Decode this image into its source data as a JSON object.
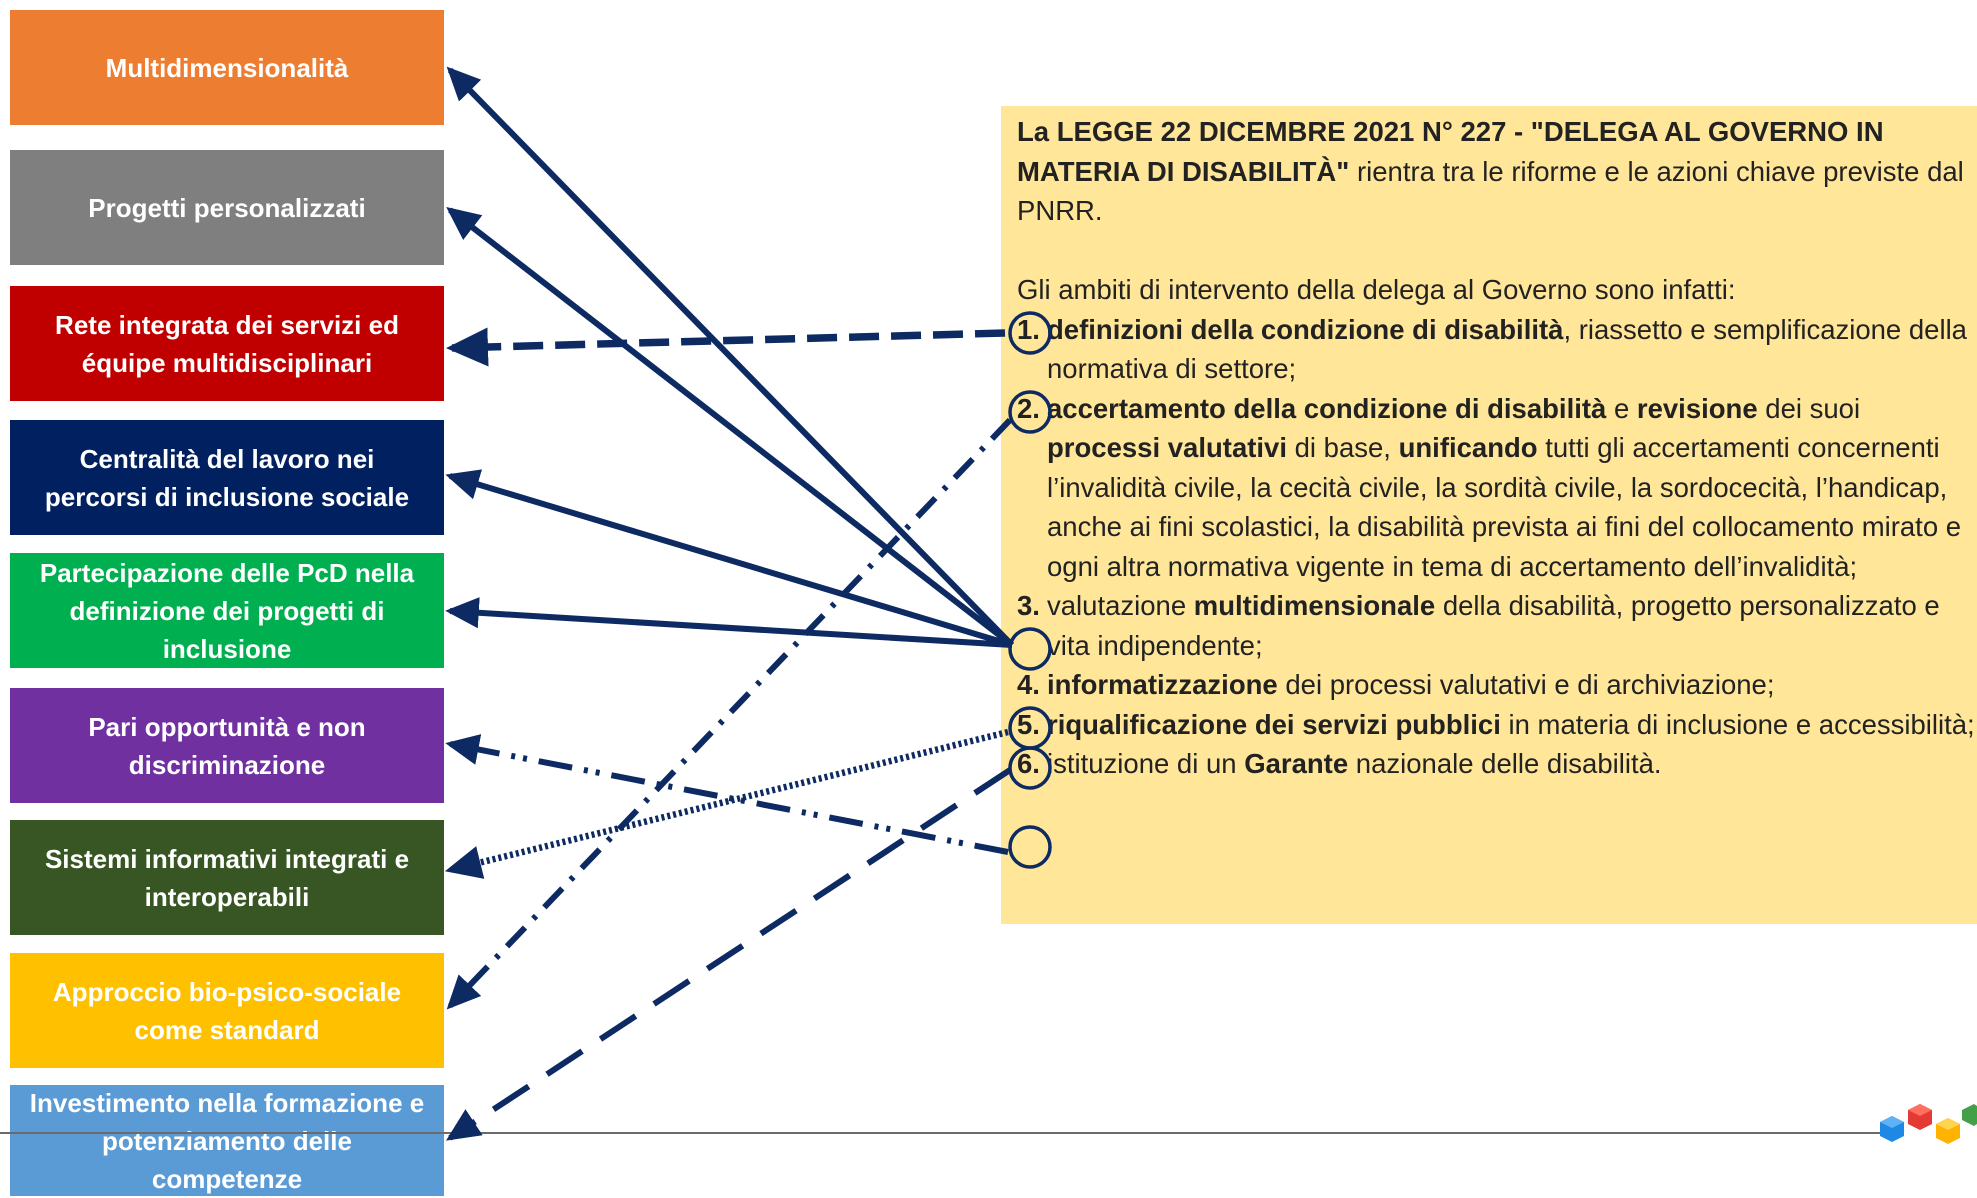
{
  "boxes": [
    {
      "label": "Multidimensionalità",
      "color": "#ed7d31"
    },
    {
      "label": "Progetti personalizzati",
      "color": "#7f7f7f"
    },
    {
      "label": "Rete integrata dei servizi ed équipe multidisciplinari",
      "color": "#c00000"
    },
    {
      "label": "Centralità del lavoro nei percorsi di inclusione sociale",
      "color": "#002060"
    },
    {
      "label": "Partecipazione delle PcD nella definizione dei progetti di inclusione",
      "color": "#00b050"
    },
    {
      "label": "Pari opportunità e non discriminazione",
      "color": "#7030a0"
    },
    {
      "label": "Sistemi informativi integrati e interoperabili",
      "color": "#375623"
    },
    {
      "label": "Approccio bio-psico-sociale come standard",
      "color": "#ffc000"
    },
    {
      "label": "Investimento nella formazione e potenziamento delle competenze",
      "color": "#5b9bd5"
    }
  ],
  "panel": {
    "intro_bold": "La LEGGE 22 DICEMBRE 2021 N° 227 - \"DELEGA AL GOVERNO IN MATERIA DI DISABILITÀ\"",
    "intro_rest": " rientra tra le riforme e le azioni chiave previste dal PNRR.",
    "lead": "Gli ambiti di intervento della delega al Governo sono infatti:",
    "items": [
      {
        "num": "1.",
        "b1": "definizioni della condizione di disabilità",
        "t1": ", riassetto e semplificazione della normativa di settore;"
      },
      {
        "num": "2.",
        "b1": "accertamento della condizione di disabilità",
        "t1": " e ",
        "b2": "revisione",
        "t2": " dei suoi ",
        "b3": "processi valutativi",
        "t3": " di base, ",
        "b4": "unificando",
        "t4": " tutti gli accertamenti concernenti l’invalidità civile, la cecità civile, la sordità civile, la sordocecità, l’handicap, anche ai fini scolastici, la disabilità prevista ai fini del collocamento mirato e ogni altra normativa vigente in tema di accertamento dell’invalidità;"
      },
      {
        "num": "3.",
        "t0": "valutazione ",
        "b1": "multidimensionale",
        "t1": " della disabilità, progetto personalizzato e vita indipendente;"
      },
      {
        "num": "4.",
        "b1": "informatizzazione",
        "t1": " dei processi valutativi e di archiviazione;"
      },
      {
        "num": "5.",
        "b1": "riqualificazione dei servizi pubblici",
        "t1": " in materia di inclusione e accessibilità;"
      },
      {
        "num": "6.",
        "t0": "istituzione di un ",
        "b1": "Garante",
        "t1": " nazionale delle disabilità."
      }
    ]
  },
  "colors": {
    "arrow": "#0d2a62",
    "panel_bg": "#ffe699"
  }
}
